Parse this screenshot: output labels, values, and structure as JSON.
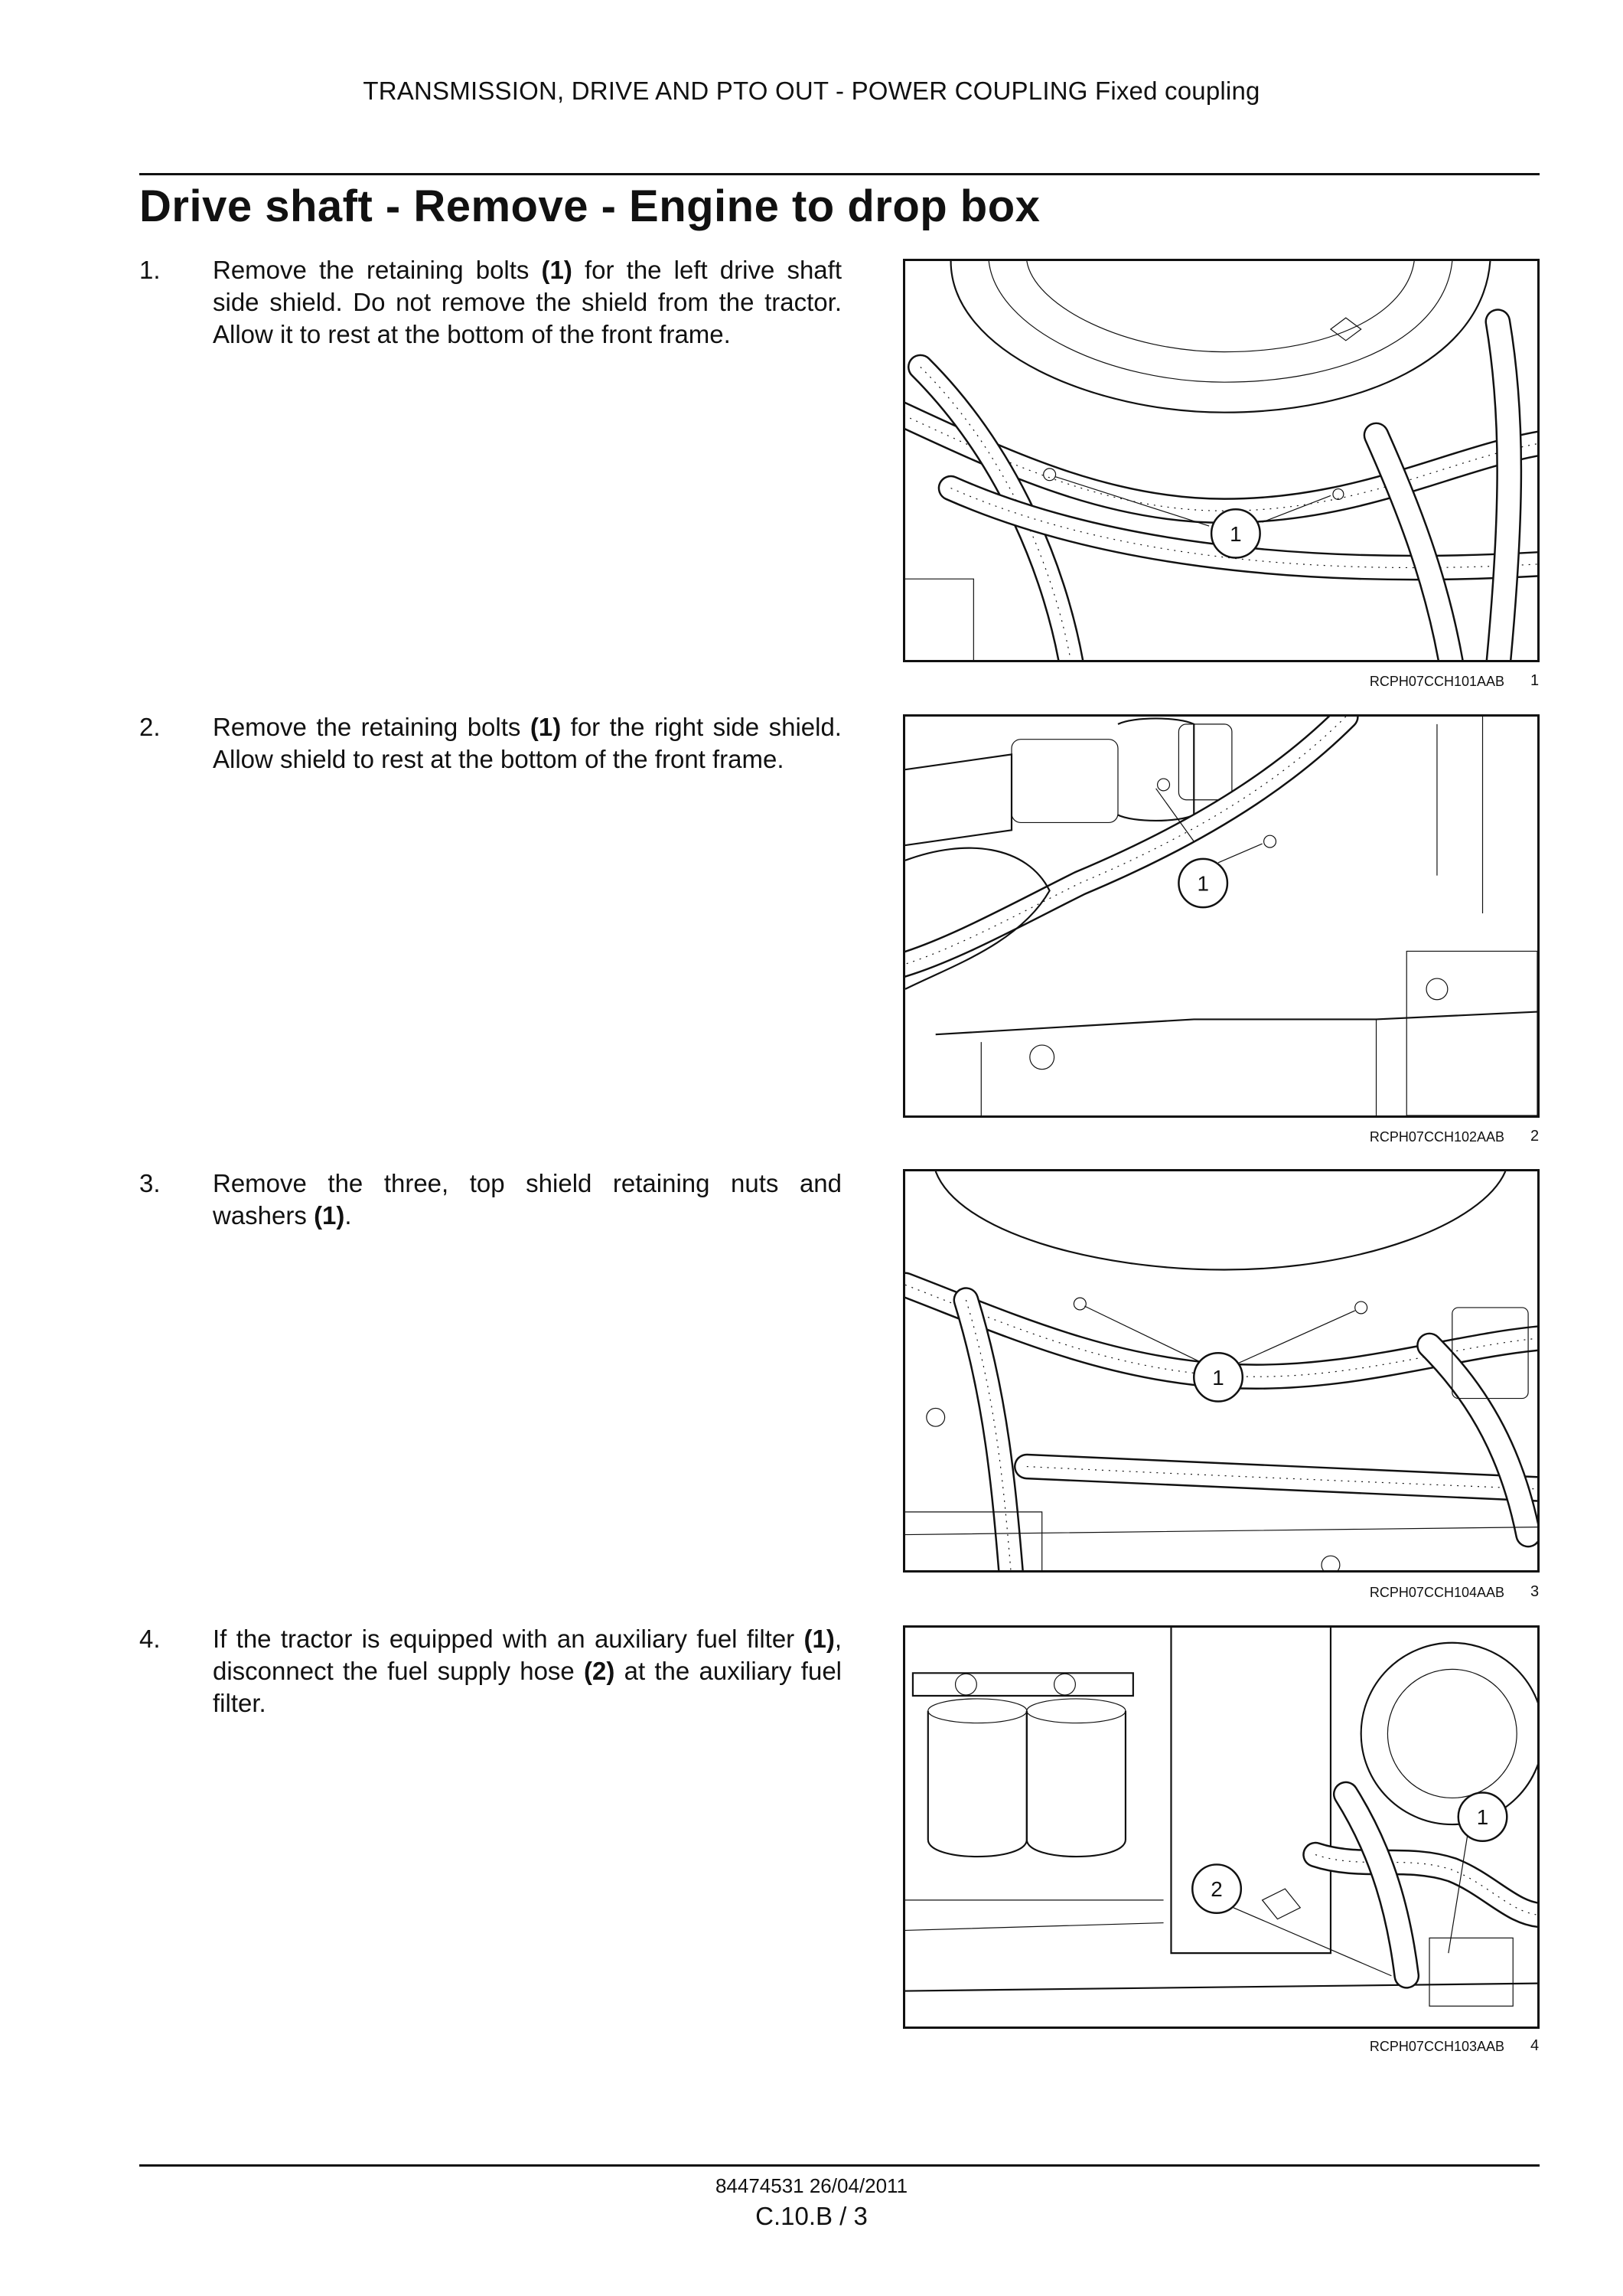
{
  "header": {
    "running_title": "TRANSMISSION, DRIVE AND PTO OUT - POWER COUPLING Fixed coupling"
  },
  "title": "Drive shaft - Remove - Engine to drop box",
  "steps": [
    {
      "number": "1.",
      "parts": [
        "Remove the retaining bolts ",
        "(1)",
        " for the left drive shaft side shield. Do not remove the shield from the tractor. Allow it to rest at the bottom of the front frame."
      ],
      "figure": {
        "ref": "RCPH07CCH101AAB",
        "number": "1",
        "callouts": [
          "1"
        ]
      }
    },
    {
      "number": "2.",
      "parts": [
        "Remove the retaining bolts ",
        "(1)",
        " for the right side shield. Allow shield to rest at the bottom of the front frame."
      ],
      "figure": {
        "ref": "RCPH07CCH102AAB",
        "number": "2",
        "callouts": [
          "1"
        ]
      }
    },
    {
      "number": "3.",
      "parts": [
        "Remove the three, top shield retaining nuts and washers ",
        "(1)",
        "."
      ],
      "figure": {
        "ref": "RCPH07CCH104AAB",
        "number": "3",
        "callouts": [
          "1"
        ]
      }
    },
    {
      "number": "4.",
      "parts": [
        "If the tractor is equipped with an auxiliary fuel filter ",
        "(1)",
        ", disconnect the fuel supply hose ",
        "(2)",
        " at the auxiliary fuel filter."
      ],
      "figure": {
        "ref": "RCPH07CCH103AAB",
        "number": "4",
        "callouts": [
          "1",
          "2"
        ]
      }
    }
  ],
  "footer": {
    "doc_ref": "84474531 26/04/2011",
    "page": "C.10.B / 3"
  }
}
